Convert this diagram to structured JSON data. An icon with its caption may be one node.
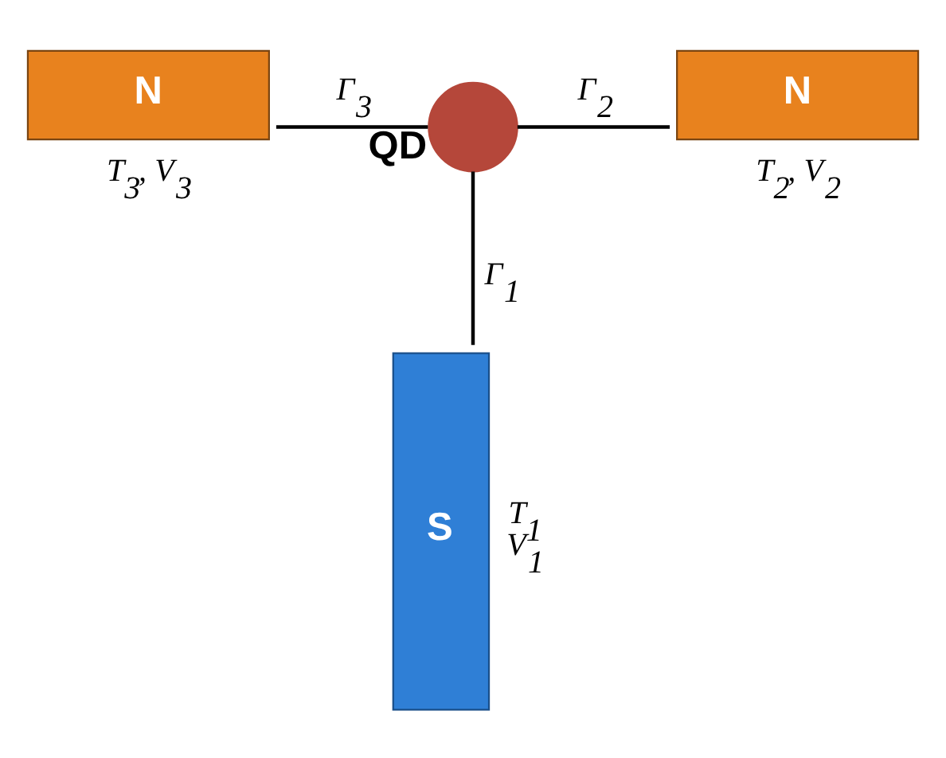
{
  "diagram": {
    "nodes": [
      {
        "text": [
          "QD"
        ]
      },
      {
        "text": [
          "N"
        ],
        "beside": [
          "T$_{3}$, V$_{3}$"
        ]
      },
      {
        "text": [
          "N"
        ],
        "beside": [
          "T$_{2}$, V$_{2}$"
        ]
      },
      {
        "text": [
          "S"
        ],
        "beside": [
          "T$_{1}$",
          "V$_{1}$"
        ]
      }
    ],
    "edges": [
      {
        "from": 1,
        "to": 0,
        "arrow": "none",
        "label": "Γ$_{3}$"
      },
      {
        "from": 0,
        "to": 2,
        "arrow": "none",
        "label": "Γ$_{2}$"
      },
      {
        "from": 0,
        "to": 3,
        "arrow": "none",
        "label": "Γ$_{1}$"
      }
    ]
  }
}
